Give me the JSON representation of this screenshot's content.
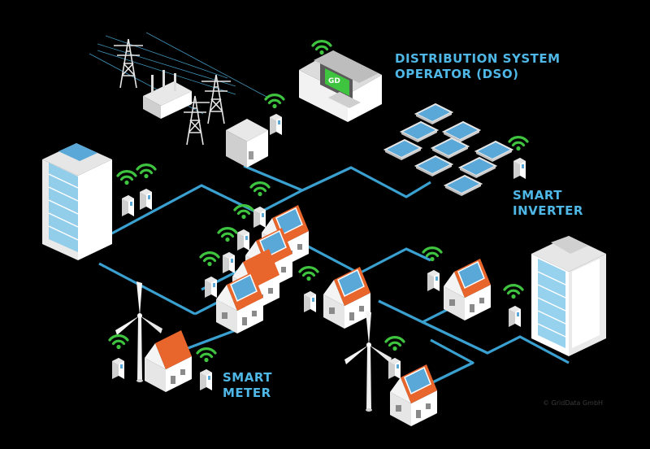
{
  "labels": {
    "dso_line1": "DISTRIBUTION SYSTEM",
    "dso_line2": "OPERATOR (DSO)",
    "inverter_line1": "SMART",
    "inverter_line2": "INVERTER",
    "meter_line1": "SMART",
    "meter_line2": "METER",
    "screen_logo": "GD"
  },
  "copyright": "© GridData GmbH",
  "colors": {
    "background": "#000000",
    "network_line": "#3aa0d0",
    "label_text": "#4fb7e6",
    "wifi": "#3fc43f",
    "roof": "#e8652c",
    "solar_panel": "#5aa8d8",
    "building_glass": "#7cc6ea",
    "wall": "#f2f2f2"
  },
  "icons": [
    "transmission-tower-icon",
    "transformer-icon",
    "substation-icon",
    "office-building-icon",
    "house-icon",
    "solar-panel-icon",
    "wind-turbine-icon",
    "wifi-icon",
    "smart-meter-icon",
    "computer-monitor-icon"
  ]
}
